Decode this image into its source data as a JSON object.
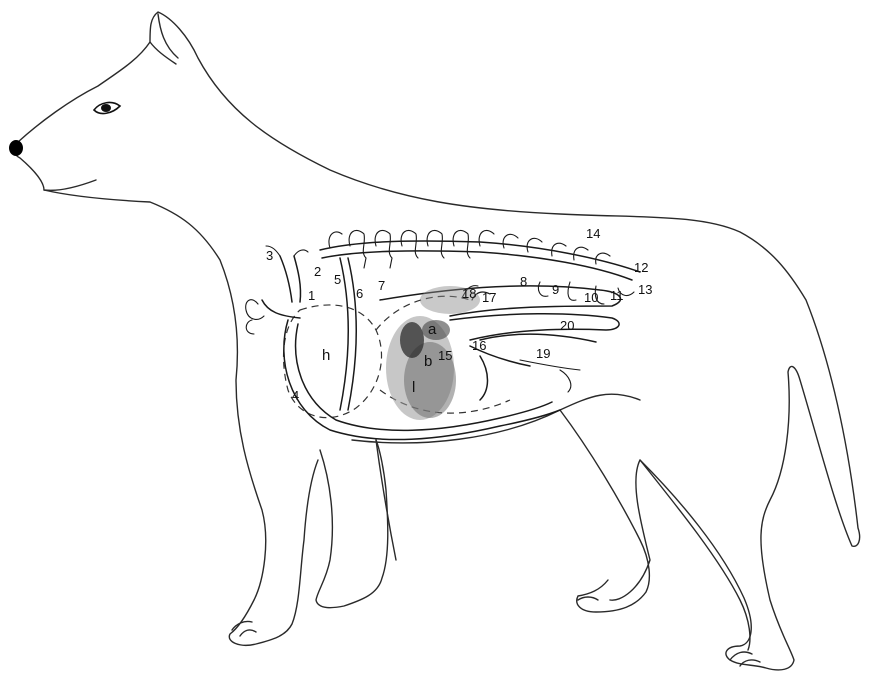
{
  "labels": {
    "n1": "1",
    "n2": "2",
    "n3": "3",
    "n4": "4",
    "n5": "5",
    "n6": "6",
    "n7": "7",
    "n8": "8",
    "n9": "9",
    "n10": "10",
    "n11": "11",
    "n12": "12",
    "n13": "13",
    "n14": "14",
    "n15": "15",
    "n16": "16",
    "n17": "17",
    "n18": "18",
    "n19": "19",
    "n20": "20",
    "h": "h",
    "l": "l",
    "b": "b",
    "a": "a"
  }
}
